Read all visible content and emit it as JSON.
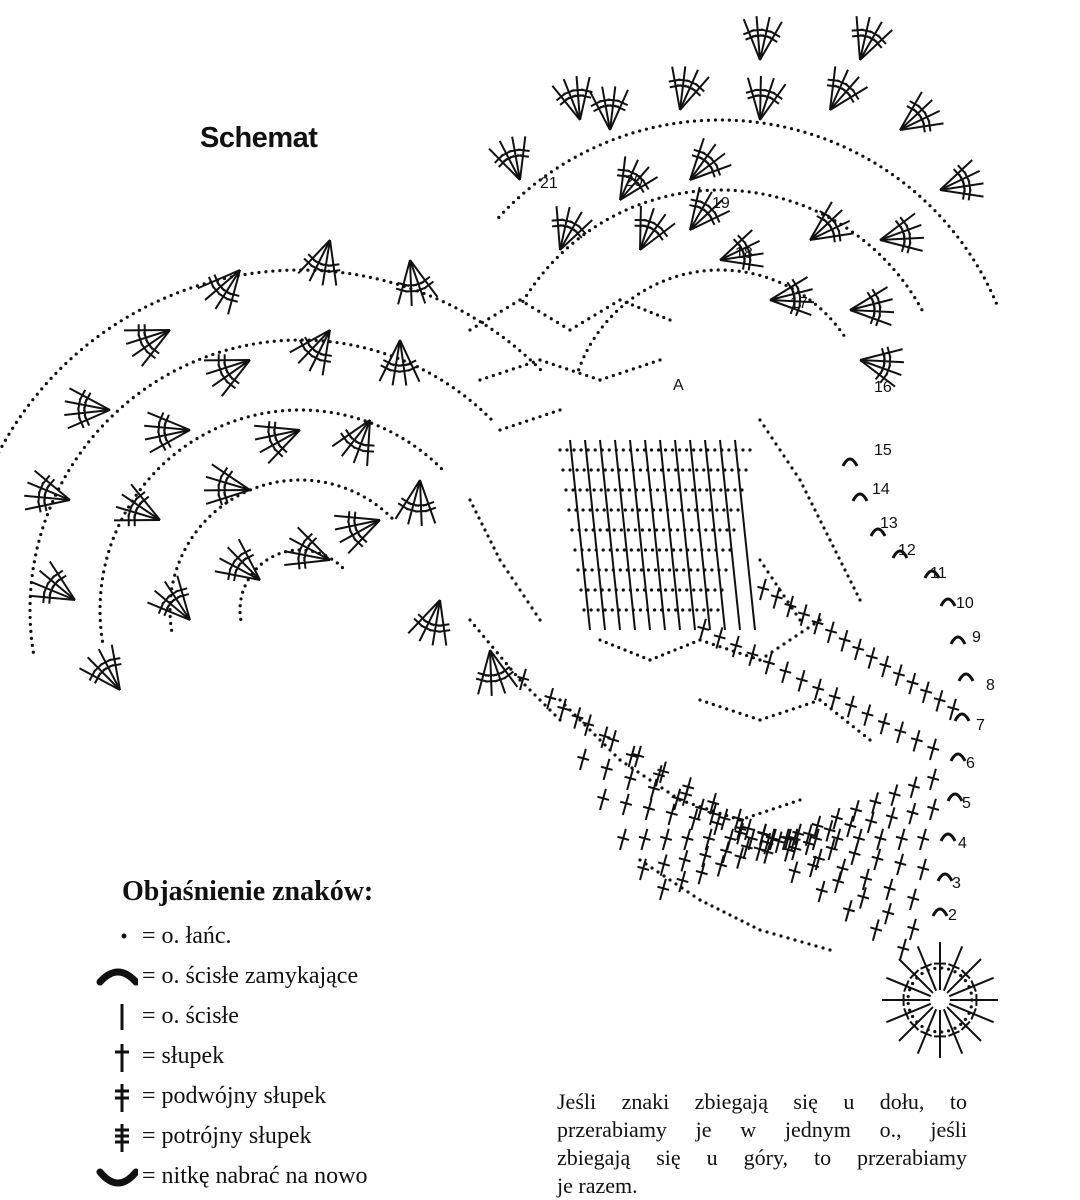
{
  "title": "Schemat",
  "legend": {
    "heading": "Objaśnienie znaków:",
    "items": [
      {
        "symbol": "chain-dot",
        "label": "= o. łańc."
      },
      {
        "symbol": "closing-stitch",
        "label": "= o. ścisłe zamykające"
      },
      {
        "symbol": "single-stitch",
        "label": "= o. ścisłe"
      },
      {
        "symbol": "double-crochet",
        "label": "= słupek"
      },
      {
        "symbol": "double-treble",
        "label": "= podwójny słupek"
      },
      {
        "symbol": "triple-treble",
        "label": "= potrójny słupek"
      },
      {
        "symbol": "join-yarn",
        "label": "= nitkę nabrać na nowo"
      }
    ]
  },
  "note": {
    "lines": [
      "Jeśli znaki zbiegają się u dołu, to",
      "przerabiamy je w jednym o., jeśli",
      "zbiegają się u góry, to przerabiamy",
      "je razem."
    ]
  },
  "row_numbers": [
    "2",
    "3",
    "4",
    "5",
    "6",
    "7",
    "8",
    "9",
    "10",
    "11",
    "12",
    "13",
    "14",
    "15",
    "16",
    "17",
    "18",
    "19",
    "20",
    "21"
  ],
  "marker_label": "A"
}
